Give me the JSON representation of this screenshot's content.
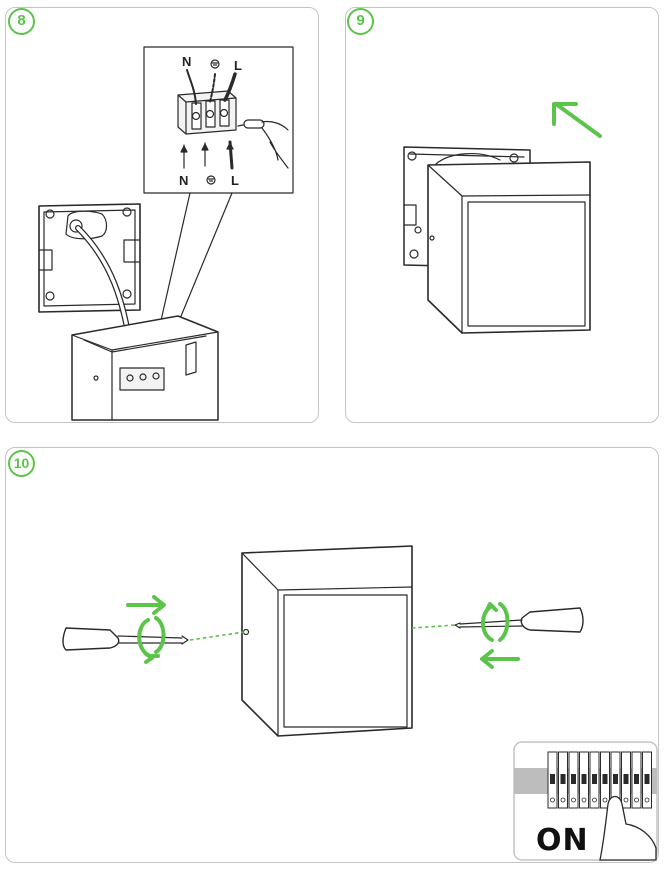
{
  "steps": [
    {
      "number": "8"
    },
    {
      "number": "9"
    },
    {
      "number": "10"
    }
  ],
  "wiring": {
    "top_labels": {
      "neutral": "N",
      "live": "L"
    },
    "bottom_labels": {
      "neutral": "N",
      "live": "L"
    }
  },
  "breaker_inset": {
    "state_label": "ON"
  },
  "colors": {
    "accent_green": "#5cc44a",
    "line": "#2a2a2a",
    "panel_border": "#c4c4c4"
  },
  "icons": [
    "ground-symbol-icon",
    "arrow-up-left-icon",
    "rotate-arrow-icon",
    "screwdriver-icon"
  ]
}
